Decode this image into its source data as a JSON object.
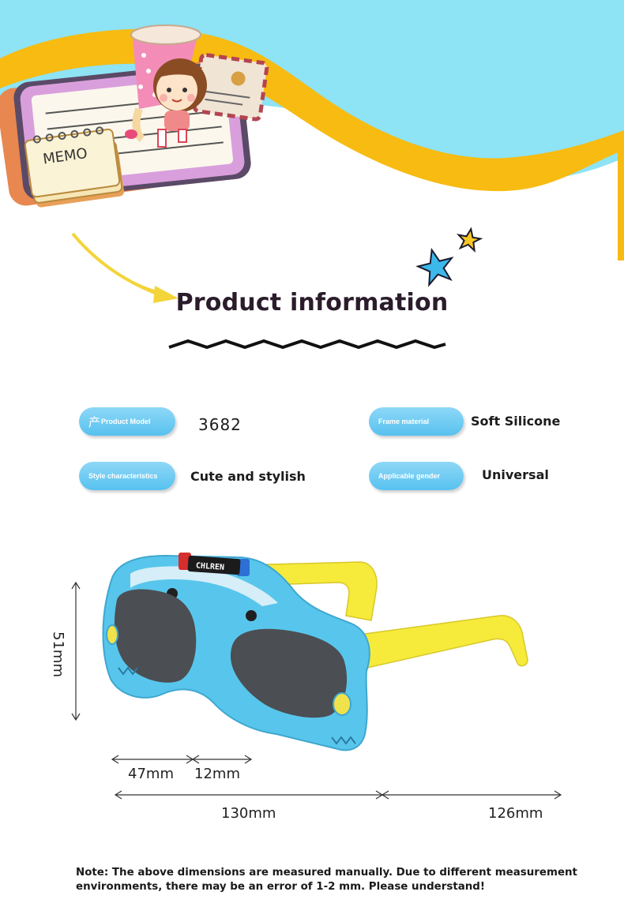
{
  "header": {
    "memo_text": "MEMO",
    "title": "Product information"
  },
  "colors": {
    "sky": "#8ee3f4",
    "swoosh": "#f7bb12",
    "pill": "#5ec4f0",
    "frame_blue": "#58c6ec",
    "temple_yellow": "#f6ea3b",
    "lens": "#4b4e52"
  },
  "specs": [
    {
      "label_prefix": "产",
      "label": "Product Model",
      "value": "3682"
    },
    {
      "label_prefix": "",
      "label": "Frame material",
      "value": "Soft Silicone"
    },
    {
      "label_prefix": "",
      "label": "Style characteristics",
      "value": "Cute and stylish"
    },
    {
      "label_prefix": "",
      "label": "Applicable gender",
      "value": "Universal"
    }
  ],
  "product": {
    "badge_text": "CHLREN"
  },
  "dimensions": {
    "height": "51mm",
    "lens_width": "47mm",
    "bridge": "12mm",
    "frame_width": "130mm",
    "temple_length": "126mm"
  },
  "note": "Note: The above dimensions are measured manually. Due to different measurement environments, there may be an error of 1-2 mm. Please understand!"
}
